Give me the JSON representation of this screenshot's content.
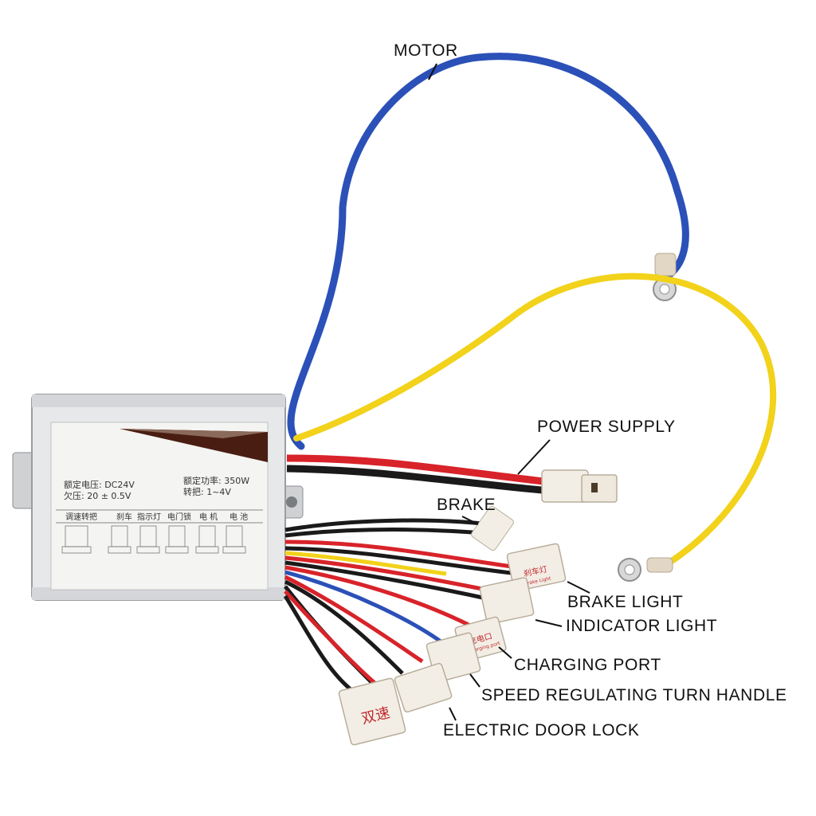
{
  "labels": {
    "motor": "MOTOR",
    "power_supply": "POWER SUPPLY",
    "brake": "BRAKE",
    "brake_light": "BRAKE LIGHT",
    "indicator_light": "INDICATOR LIGHT",
    "charging_port": "CHARGING PORT",
    "speed_handle": "SPEED REGULATING TURN HANDLE",
    "door_lock": "ELECTRIC DOOR LOCK"
  },
  "controller_label": {
    "rated_voltage": "额定电压: DC24V",
    "rated_power": "额定功率: 350W",
    "undervoltage": "欠压: 20 ± 0.5V",
    "throttle": "转把: 1~4V",
    "terminals": [
      "调速转把",
      "刹车",
      "指示灯",
      "电门锁",
      "电 机",
      "电 池"
    ]
  },
  "connector_tags": {
    "brake_light": "刹车灯",
    "brake_light_sub": "Brake Light",
    "charging": "充电口",
    "charging_sub": "Charging port",
    "dual_speed": "双速"
  },
  "colors": {
    "motor_wire": "#2b50b8",
    "yellow_wire": "#f2d21a",
    "red_wire": "#d8232a",
    "black_wire": "#1a1a1a",
    "housing": "#e7e8ea"
  }
}
